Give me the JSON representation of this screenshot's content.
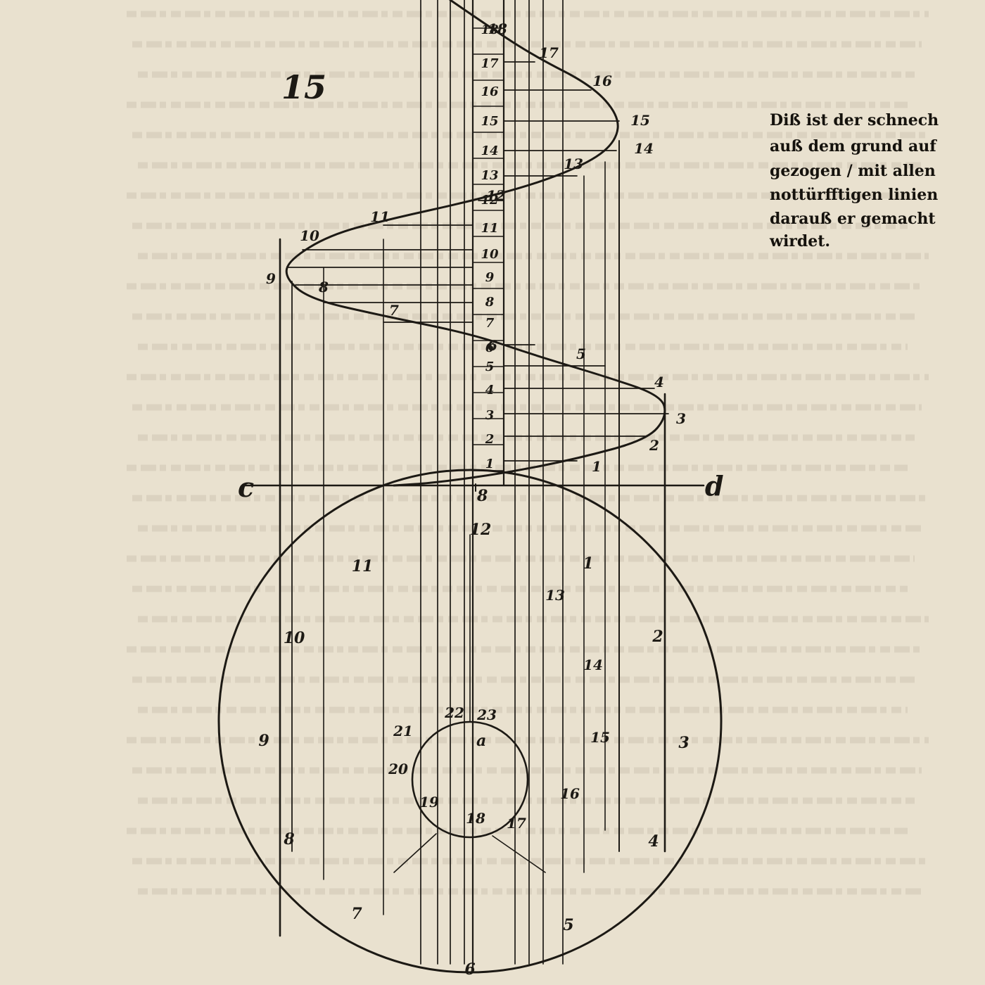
{
  "plate_number": "15",
  "caption": [
    "Diß ist der schnech",
    "auß dem grund auf",
    "gezogen / mit allen",
    "nottürfftigen linien",
    "darauß er gemacht",
    "wirdet."
  ],
  "axis_labels": {
    "left": "c",
    "right": "d"
  },
  "center_label": "a",
  "axis_tick_label": "8",
  "spiral_labels": [
    "18",
    "17",
    "16",
    "15",
    "14",
    "13",
    "12",
    "11",
    "10",
    "9",
    "8",
    "7",
    "6",
    "5",
    "4",
    "3",
    "2",
    "1"
  ],
  "axis_column_labels": [
    "18",
    "17",
    "16",
    "15",
    "14",
    "13",
    "12",
    "11",
    "10",
    "9",
    "8",
    "7",
    "6",
    "5",
    "4",
    "3",
    "2",
    "1"
  ],
  "outer_circle_labels": [
    "12",
    "1",
    "2",
    "3",
    "4",
    "5",
    "6",
    "7",
    "8",
    "9",
    "10",
    "11"
  ],
  "inner_circle_labels": [
    "13",
    "14",
    "15",
    "16",
    "17",
    "18",
    "19",
    "20",
    "21",
    "22",
    "23"
  ],
  "colors": {
    "paper": "#e9e1cf",
    "ink": "#1c1914",
    "bleed": "#b8ae9c"
  }
}
